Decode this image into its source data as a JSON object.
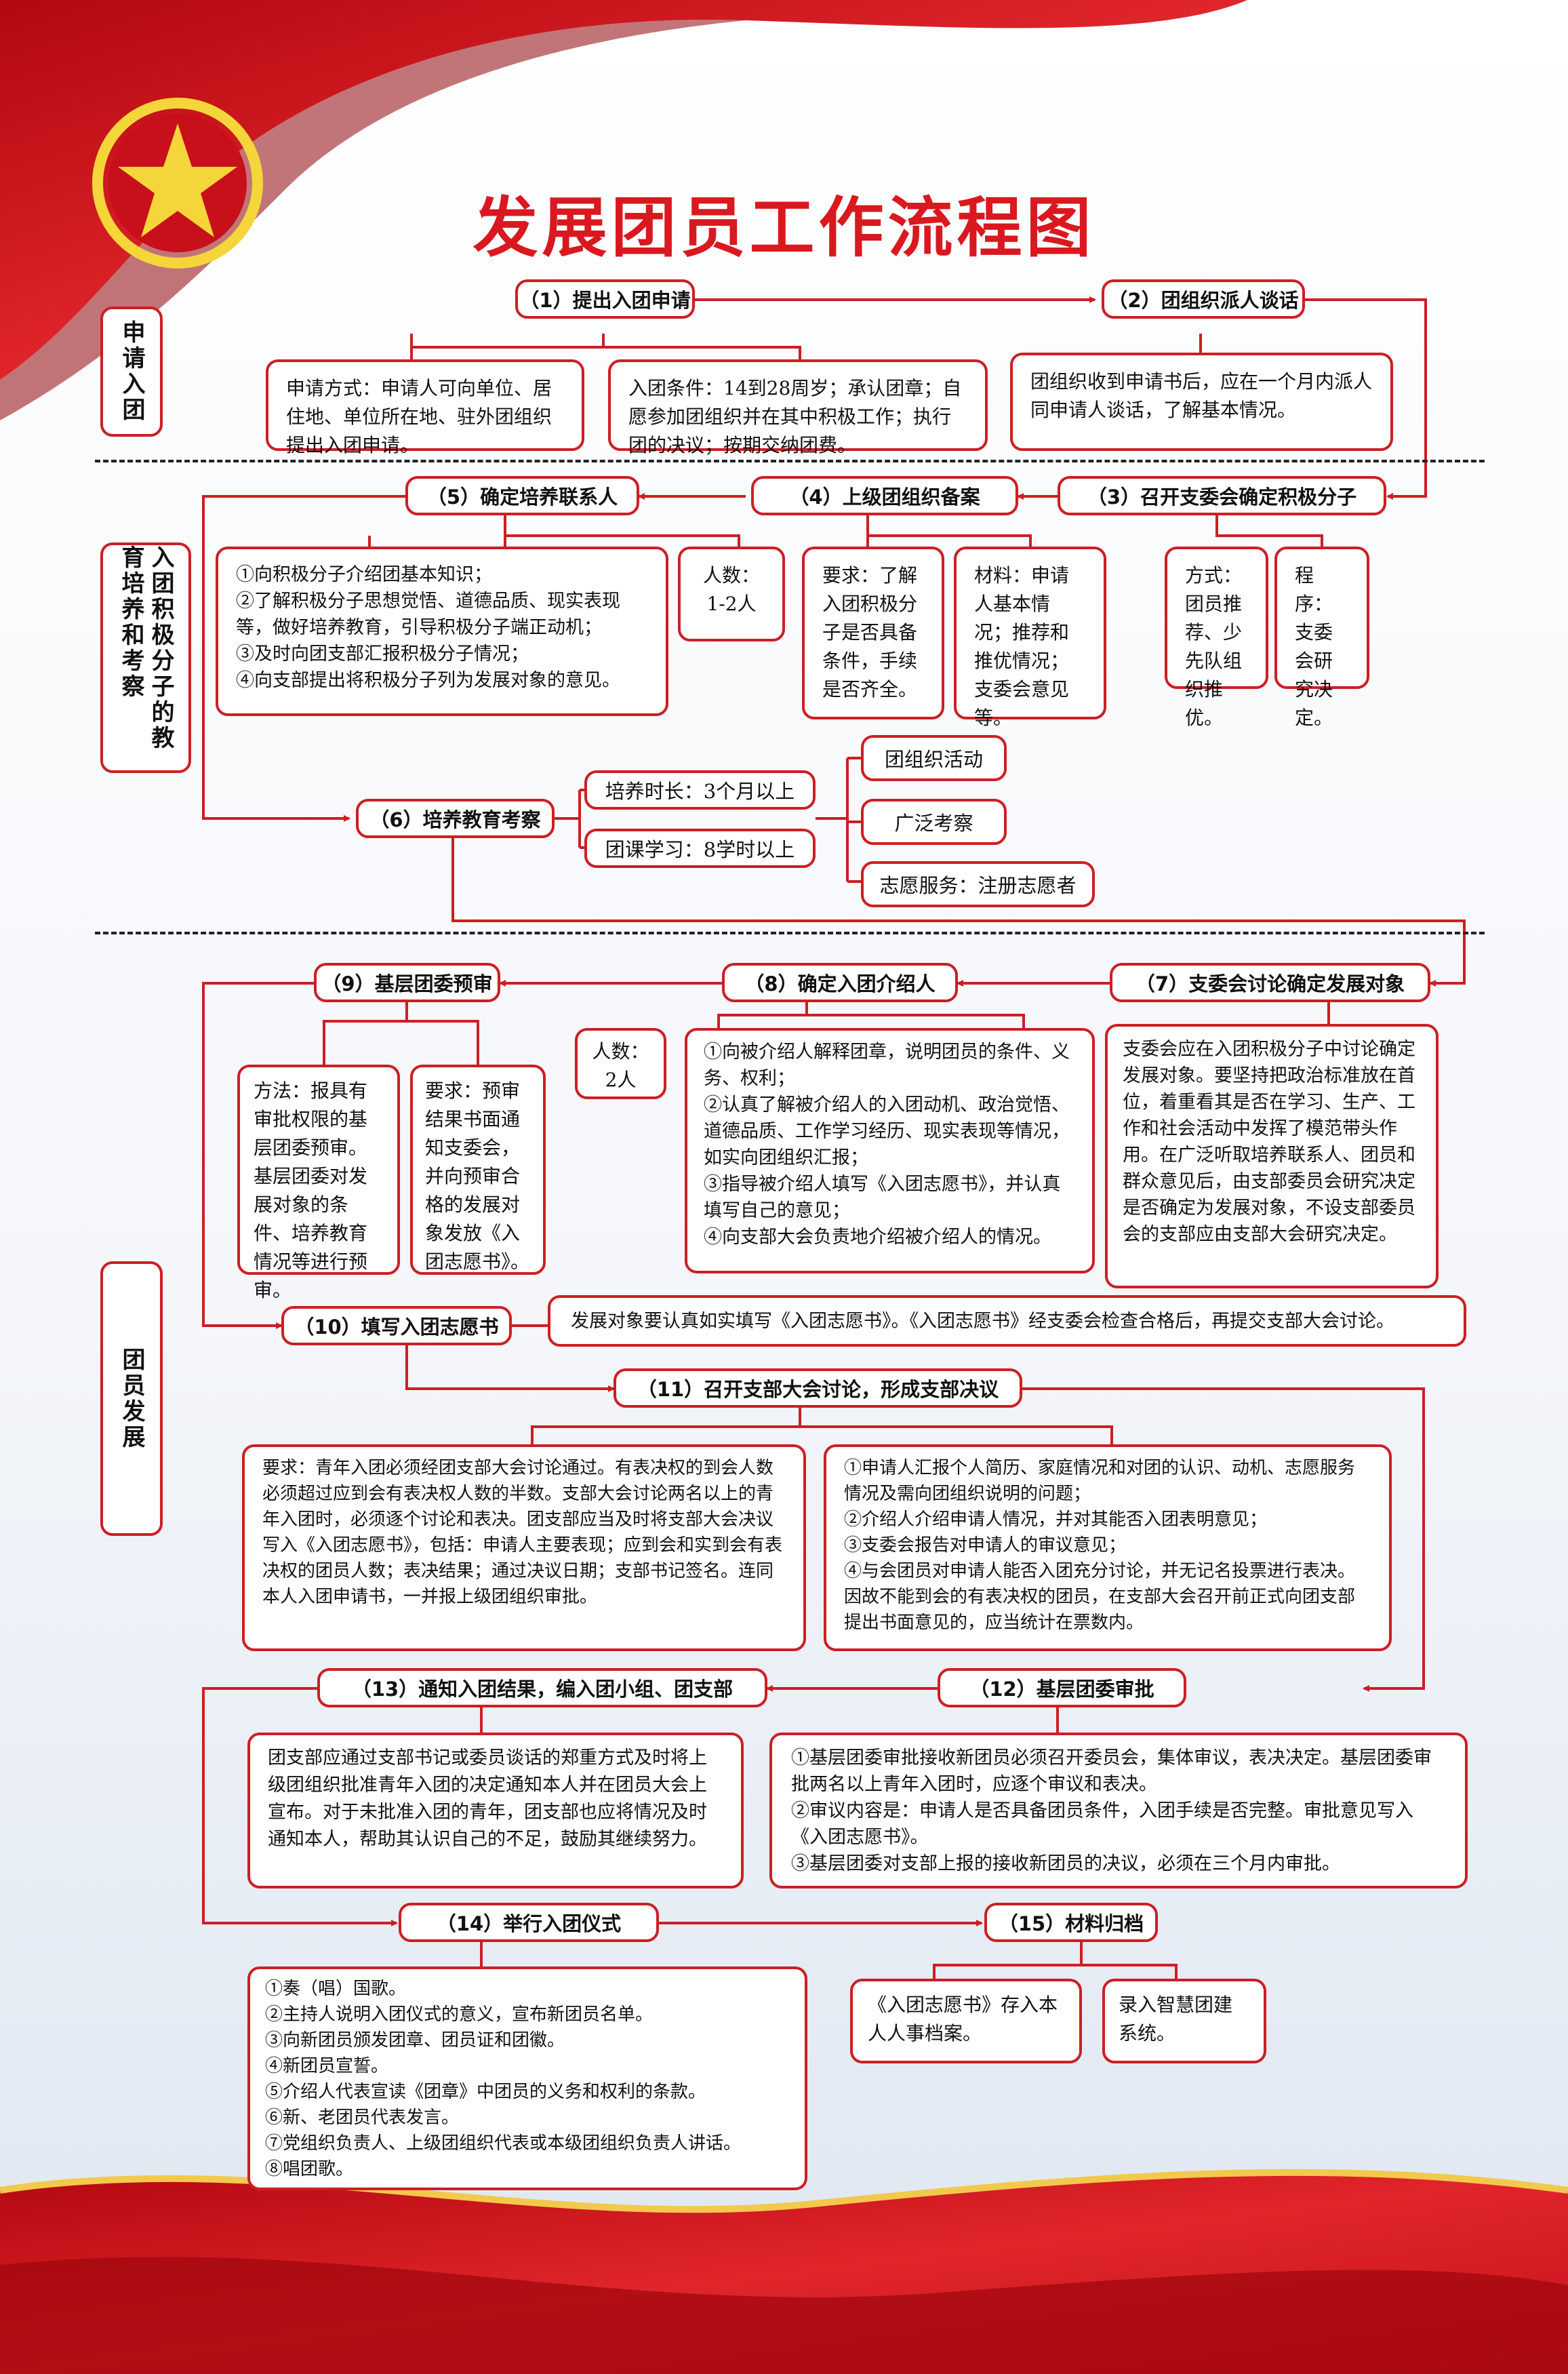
{
  "title": "发展团员工作流程图",
  "colors": {
    "accent": "#cc1f24",
    "title": "#d9181f",
    "emblem": "#f5d63a"
  },
  "sections": [
    "申请入团",
    "入团积极分子的教育培养和考察",
    "团员发展"
  ],
  "steps": {
    "s1": "（1）提出入团申请",
    "s2": "（2）团组织派人谈话",
    "s3": "（3）召开支委会确定积极分子",
    "s4": "（4）上级团组织备案",
    "s5": "（5）确定培养联系人",
    "s6": "（6）培养教育考察",
    "s7": "（7）支委会讨论确定发展对象",
    "s8": "（8）确定入团介绍人",
    "s9": "（9）基层团委预审",
    "s10": "（10）填写入团志愿书",
    "s11": "（11）召开支部大会讨论，形成支部决议",
    "s12": "（12）基层团委审批",
    "s13": "（13）通知入团结果，编入团小组、团支部",
    "s14": "（14）举行入团仪式",
    "s15": "（15）材料归档"
  },
  "notes": {
    "apply_method": "申请方式：申请人可向单位、居住地、单位所在地、驻外团组织提出入团申请。",
    "apply_condition": "入团条件：14到28周岁；承认团章；自愿参加团组织并在其中积极工作；执行团的决议；按期交纳团费。",
    "talk": "团组织收到申请书后，应在一个月内派人同申请人谈话，了解基本情况。",
    "contact_duties": "①向积极分子介绍团基本知识；\n②了解积极分子思想觉悟、道德品质、现实表现等，做好培养教育，引导积极分子端正动机；\n③及时向团支部汇报积极分子情况；\n④向支部提出将积极分子列为发展对象的意见。",
    "contact_count": "人数：\n1-2人",
    "filing_req": "要求：了解入团积极分子是否具备条件，手续是否齐全。",
    "filing_material": "材料：申请人基本情况；推荐和推优情况；支委会意见等。",
    "activist_method": "方式：团员推荐、少先队组织推优。",
    "activist_procedure": "程序：支委会研究决定。",
    "train_time": "培养时长：3个月以上",
    "train_class": "团课学习：8学时以上",
    "activity_1": "团组织活动",
    "activity_2": "广泛考察",
    "activity_3": "志愿服务：注册志愿者",
    "pretrial_method": "方法：报具有审批权限的基层团委预审。基层团委对发展对象的条件、培养教育情况等进行预审。",
    "pretrial_req": "要求：预审结果书面通知支委会，并向预审合格的发展对象发放《入团志愿书》。",
    "introducer_count": "人数：\n2人",
    "introducer_duties": "①向被介绍人解释团章，说明团员的条件、义务、权利；\n②认真了解被介绍人的入团动机、政治觉悟、道德品质、工作学习经历、现实表现等情况，如实向团组织汇报；\n③指导被介绍人填写《入团志愿书》，并认真填写自己的意见；\n④向支部大会负责地介绍被介绍人的情况。",
    "target_desc": "支委会应在入团积极分子中讨论确定发展对象。要坚持把政治标准放在首位，着重看其是否在学习、生产、工作和社会活动中发挥了模范带头作用。在广泛听取培养联系人、团员和群众意见后，由支部委员会研究决定是否确定为发展对象，不设支部委员会的支部应由支部大会研究决定。",
    "form_desc": "发展对象要认真如实填写《入团志愿书》。《入团志愿书》经支委会检查合格后，再提交支部大会讨论。",
    "meeting_req": "要求：青年入团必须经团支部大会讨论通过。有表决权的到会人数必须超过应到会有表决权人数的半数。支部大会讨论两名以上的青年入团时，必须逐个讨论和表决。团支部应当及时将支部大会决议写入《入团志愿书》，包括：申请人主要表现；应到会和实到会有表决权的团员人数；表决结果；通过决议日期；支部书记签名。连同本人入团申请书，一并报上级团组织审批。",
    "meeting_steps": "①申请人汇报个人简历、家庭情况和对团的认识、动机、志愿服务情况及需向团组织说明的问题；\n②介绍人介绍申请人情况，并对其能否入团表明意见；\n③支委会报告对申请人的审议意见；\n④与会团员对申请人能否入团充分讨论，并无记名投票进行表决。因故不能到会的有表决权的团员，在支部大会召开前正式向团支部提出书面意见的，应当统计在票数内。",
    "notify_desc": "团支部应通过支部书记或委员谈话的郑重方式及时将上级团组织批准青年入团的决定通知本人并在团员大会上宣布。对于未批准入团的青年，团支部也应将情况及时通知本人，帮助其认识自己的不足，鼓励其继续努力。",
    "approve_desc": "①基层团委审批接收新团员必须召开委员会，集体审议，表决决定。基层团委审批两名以上青年入团时，应逐个审议和表决。\n②审议内容是：申请人是否具备团员条件，入团手续是否完整。审批意见写入《入团志愿书》。\n③基层团委对支部上报的接收新团员的决议，必须在三个月内审批。",
    "ceremony": "①奏（唱）国歌。\n②主持人说明入团仪式的意义，宣布新团员名单。\n③向新团员颁发团章、团员证和团徽。\n④新团员宣誓。\n⑤介绍人代表宣读《团章》中团员的义务和权利的条款。\n⑥新、老团员代表发言。\n⑦党组织负责人、上级团组织代表或本级团组织负责人讲话。\n⑧唱团歌。",
    "archive_1": "《入团志愿书》存入本人人事档案。",
    "archive_2": "录入智慧团建系统。"
  }
}
